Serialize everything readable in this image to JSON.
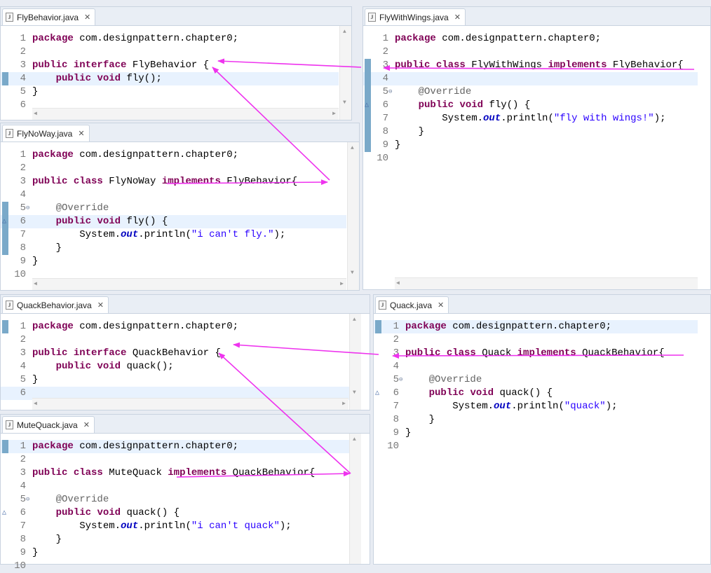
{
  "editors": [
    {
      "id": "flybehavior",
      "tab": "FlyBehavior.java",
      "lines": [
        {
          "n": "1",
          "t": [
            {
              "k": "kw",
              "v": "package"
            },
            {
              "v": " com.designpattern.chapter0;"
            }
          ]
        },
        {
          "n": "2",
          "t": []
        },
        {
          "n": "3",
          "t": [
            {
              "k": "kw",
              "v": "public"
            },
            {
              "v": " "
            },
            {
              "k": "kw",
              "v": "interface"
            },
            {
              "v": " FlyBehavior {"
            }
          ]
        },
        {
          "n": "4",
          "hl": true,
          "mark": true,
          "t": [
            {
              "v": "    "
            },
            {
              "k": "kw",
              "v": "public"
            },
            {
              "v": " "
            },
            {
              "k": "kw",
              "v": "void"
            },
            {
              "v": " fly();"
            }
          ]
        },
        {
          "n": "5",
          "t": [
            {
              "v": "}"
            }
          ]
        },
        {
          "n": "6",
          "t": []
        }
      ]
    },
    {
      "id": "flynoway",
      "tab": "FlyNoWay.java",
      "lines": [
        {
          "n": "1",
          "t": [
            {
              "k": "kw",
              "v": "package"
            },
            {
              "v": " com.designpattern.chapter0;"
            }
          ]
        },
        {
          "n": "2",
          "t": []
        },
        {
          "n": "3",
          "t": [
            {
              "k": "kw",
              "v": "public"
            },
            {
              "v": " "
            },
            {
              "k": "kw",
              "v": "class"
            },
            {
              "v": " FlyNoWay "
            },
            {
              "k": "kw",
              "v": "implements"
            },
            {
              "v": " FlyBehavior{"
            }
          ]
        },
        {
          "n": "4",
          "t": []
        },
        {
          "n": "5",
          "fold": "⊖",
          "mark": true,
          "t": [
            {
              "v": "    "
            },
            {
              "k": "ann",
              "v": "@Override"
            }
          ]
        },
        {
          "n": "6",
          "hl": true,
          "mark": true,
          "ruler": "△",
          "t": [
            {
              "v": "    "
            },
            {
              "k": "kw",
              "v": "public"
            },
            {
              "v": " "
            },
            {
              "k": "kw",
              "v": "void"
            },
            {
              "v": " fly() {"
            }
          ]
        },
        {
          "n": "7",
          "mark": true,
          "t": [
            {
              "v": "        System."
            },
            {
              "k": "it",
              "v": "out"
            },
            {
              "v": ".println("
            },
            {
              "k": "str",
              "v": "\"i can't fly.\""
            },
            {
              "v": ");"
            }
          ]
        },
        {
          "n": "8",
          "mark": true,
          "t": [
            {
              "v": "    }"
            }
          ]
        },
        {
          "n": "9",
          "t": [
            {
              "v": "}"
            }
          ]
        },
        {
          "n": "10",
          "t": []
        }
      ]
    },
    {
      "id": "flywithwings",
      "tab": "FlyWithWings.java",
      "lines": [
        {
          "n": "1",
          "t": [
            {
              "k": "kw",
              "v": "package"
            },
            {
              "v": " com.designpattern.chapter0;"
            }
          ]
        },
        {
          "n": "2",
          "t": []
        },
        {
          "n": "3",
          "mark": true,
          "t": [
            {
              "k": "kw",
              "v": "public"
            },
            {
              "v": " "
            },
            {
              "k": "kw",
              "v": "class"
            },
            {
              "v": " FlyWithWings "
            },
            {
              "k": "kw",
              "v": "implements"
            },
            {
              "v": " FlyBehavior{"
            }
          ]
        },
        {
          "n": "4",
          "hl": true,
          "mark": true,
          "t": []
        },
        {
          "n": "5",
          "fold": "⊖",
          "mark": true,
          "t": [
            {
              "v": "    "
            },
            {
              "k": "ann",
              "v": "@Override"
            }
          ]
        },
        {
          "n": "6",
          "mark": true,
          "ruler": "△",
          "t": [
            {
              "v": "    "
            },
            {
              "k": "kw",
              "v": "public"
            },
            {
              "v": " "
            },
            {
              "k": "kw",
              "v": "void"
            },
            {
              "v": " fly() {"
            }
          ]
        },
        {
          "n": "7",
          "mark": true,
          "t": [
            {
              "v": "        System."
            },
            {
              "k": "it",
              "v": "out"
            },
            {
              "v": ".println("
            },
            {
              "k": "str",
              "v": "\"fly with wings!\""
            },
            {
              "v": ");"
            }
          ]
        },
        {
          "n": "8",
          "mark": true,
          "t": [
            {
              "v": "    }"
            }
          ]
        },
        {
          "n": "9",
          "mark": true,
          "t": [
            {
              "v": "}"
            }
          ]
        },
        {
          "n": "10",
          "t": []
        }
      ]
    },
    {
      "id": "quackbehavior",
      "tab": "QuackBehavior.java",
      "lines": [
        {
          "n": "1",
          "mark": true,
          "t": [
            {
              "k": "kw",
              "v": "package"
            },
            {
              "v": " com.designpattern.chapter0;"
            }
          ]
        },
        {
          "n": "2",
          "t": []
        },
        {
          "n": "3",
          "t": [
            {
              "k": "kw",
              "v": "public"
            },
            {
              "v": " "
            },
            {
              "k": "kw",
              "v": "interface"
            },
            {
              "v": " QuackBehavior {"
            }
          ]
        },
        {
          "n": "4",
          "t": [
            {
              "v": "    "
            },
            {
              "k": "kw",
              "v": "public"
            },
            {
              "v": " "
            },
            {
              "k": "kw",
              "v": "void"
            },
            {
              "v": " quack();"
            }
          ]
        },
        {
          "n": "5",
          "t": [
            {
              "v": "}"
            }
          ]
        },
        {
          "n": "6",
          "hl": true,
          "t": []
        }
      ]
    },
    {
      "id": "mutequack",
      "tab": "MuteQuack.java",
      "lines": [
        {
          "n": "1",
          "hl": true,
          "mark": true,
          "t": [
            {
              "k": "kw",
              "v": "package"
            },
            {
              "v": " com.designpattern.chapter0;"
            }
          ]
        },
        {
          "n": "2",
          "t": []
        },
        {
          "n": "3",
          "t": [
            {
              "k": "kw",
              "v": "public"
            },
            {
              "v": " "
            },
            {
              "k": "kw",
              "v": "class"
            },
            {
              "v": " MuteQuack "
            },
            {
              "k": "kw",
              "v": "implements"
            },
            {
              "v": " QuackBehavior{"
            }
          ]
        },
        {
          "n": "4",
          "t": []
        },
        {
          "n": "5",
          "fold": "⊖",
          "t": [
            {
              "v": "    "
            },
            {
              "k": "ann",
              "v": "@Override"
            }
          ]
        },
        {
          "n": "6",
          "ruler": "△",
          "t": [
            {
              "v": "    "
            },
            {
              "k": "kw",
              "v": "public"
            },
            {
              "v": " "
            },
            {
              "k": "kw",
              "v": "void"
            },
            {
              "v": " quack() {"
            }
          ]
        },
        {
          "n": "7",
          "t": [
            {
              "v": "        System."
            },
            {
              "k": "it",
              "v": "out"
            },
            {
              "v": ".println("
            },
            {
              "k": "str",
              "v": "\"i can't quack\""
            },
            {
              "v": ");"
            }
          ]
        },
        {
          "n": "8",
          "t": [
            {
              "v": "    }"
            }
          ]
        },
        {
          "n": "9",
          "t": [
            {
              "v": "}"
            }
          ]
        },
        {
          "n": "10",
          "t": []
        }
      ]
    },
    {
      "id": "quack",
      "tab": "Quack.java",
      "lines": [
        {
          "n": "1",
          "hl": true,
          "mark": true,
          "t": [
            {
              "k": "kw",
              "v": "package"
            },
            {
              "v": " com.designpattern.chapter0;"
            }
          ]
        },
        {
          "n": "2",
          "t": []
        },
        {
          "n": "3",
          "t": [
            {
              "k": "kw",
              "v": "public"
            },
            {
              "v": " "
            },
            {
              "k": "kw",
              "v": "class"
            },
            {
              "v": " Quack "
            },
            {
              "k": "kw",
              "v": "implements"
            },
            {
              "v": " QuackBehavior{"
            }
          ]
        },
        {
          "n": "4",
          "t": []
        },
        {
          "n": "5",
          "fold": "⊖",
          "t": [
            {
              "v": "    "
            },
            {
              "k": "ann",
              "v": "@Override"
            }
          ]
        },
        {
          "n": "6",
          "ruler": "△",
          "t": [
            {
              "v": "    "
            },
            {
              "k": "kw",
              "v": "public"
            },
            {
              "v": " "
            },
            {
              "k": "kw",
              "v": "void"
            },
            {
              "v": " quack() {"
            }
          ]
        },
        {
          "n": "7",
          "t": [
            {
              "v": "        System."
            },
            {
              "k": "it",
              "v": "out"
            },
            {
              "v": ".println("
            },
            {
              "k": "str",
              "v": "\"quack\""
            },
            {
              "v": ");"
            }
          ]
        },
        {
          "n": "8",
          "t": [
            {
              "v": "    }"
            }
          ]
        },
        {
          "n": "9",
          "t": [
            {
              "v": "}"
            }
          ]
        },
        {
          "n": "10",
          "t": []
        }
      ]
    }
  ],
  "colors": {
    "keyword": "#7f0055",
    "string": "#2a00ff",
    "annotation": "#646464",
    "field": "#0000c0",
    "arrow": "#ee33ee",
    "highlight": "#e8f2fe",
    "marker": "#7aa9c9"
  },
  "icons": {
    "file": "java-file-icon",
    "close": "close-tab-icon"
  }
}
